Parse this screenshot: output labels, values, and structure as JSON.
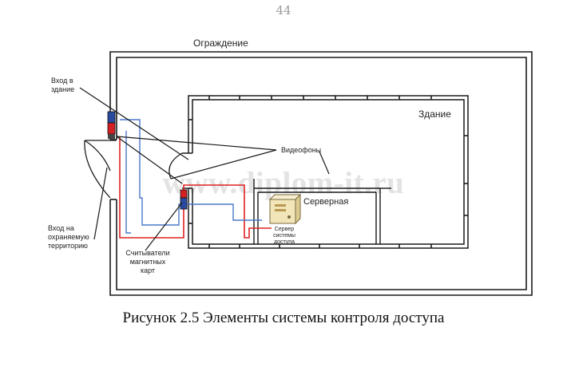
{
  "page_number": "44",
  "watermark": "www.diplom-it.ru",
  "labels": {
    "fence": "Ограждение",
    "building": "Здание",
    "entrance_building_1": "Вход в",
    "entrance_building_2": "здание",
    "entrance_territory_1": "Вход на",
    "entrance_territory_2": "охраняемую",
    "entrance_territory_3": "территорию",
    "videophones": "Видеофоны",
    "server_room": "Серверная",
    "server_1": "Сервер",
    "server_2": "системы",
    "server_3": "доступа",
    "card_readers_1": "Считыватели",
    "card_readers_2": "магнитных",
    "card_readers_3": "карт"
  },
  "caption": "Рисунок 2.5 Элементы системы контроля доступа",
  "colors": {
    "wall": "#1a1a1a",
    "cable_red": "#e02020",
    "cable_blue": "#4a78c8",
    "device_red": "#d42020",
    "device_blue": "#2a4aa0",
    "server_body": "#f2e6b8"
  }
}
